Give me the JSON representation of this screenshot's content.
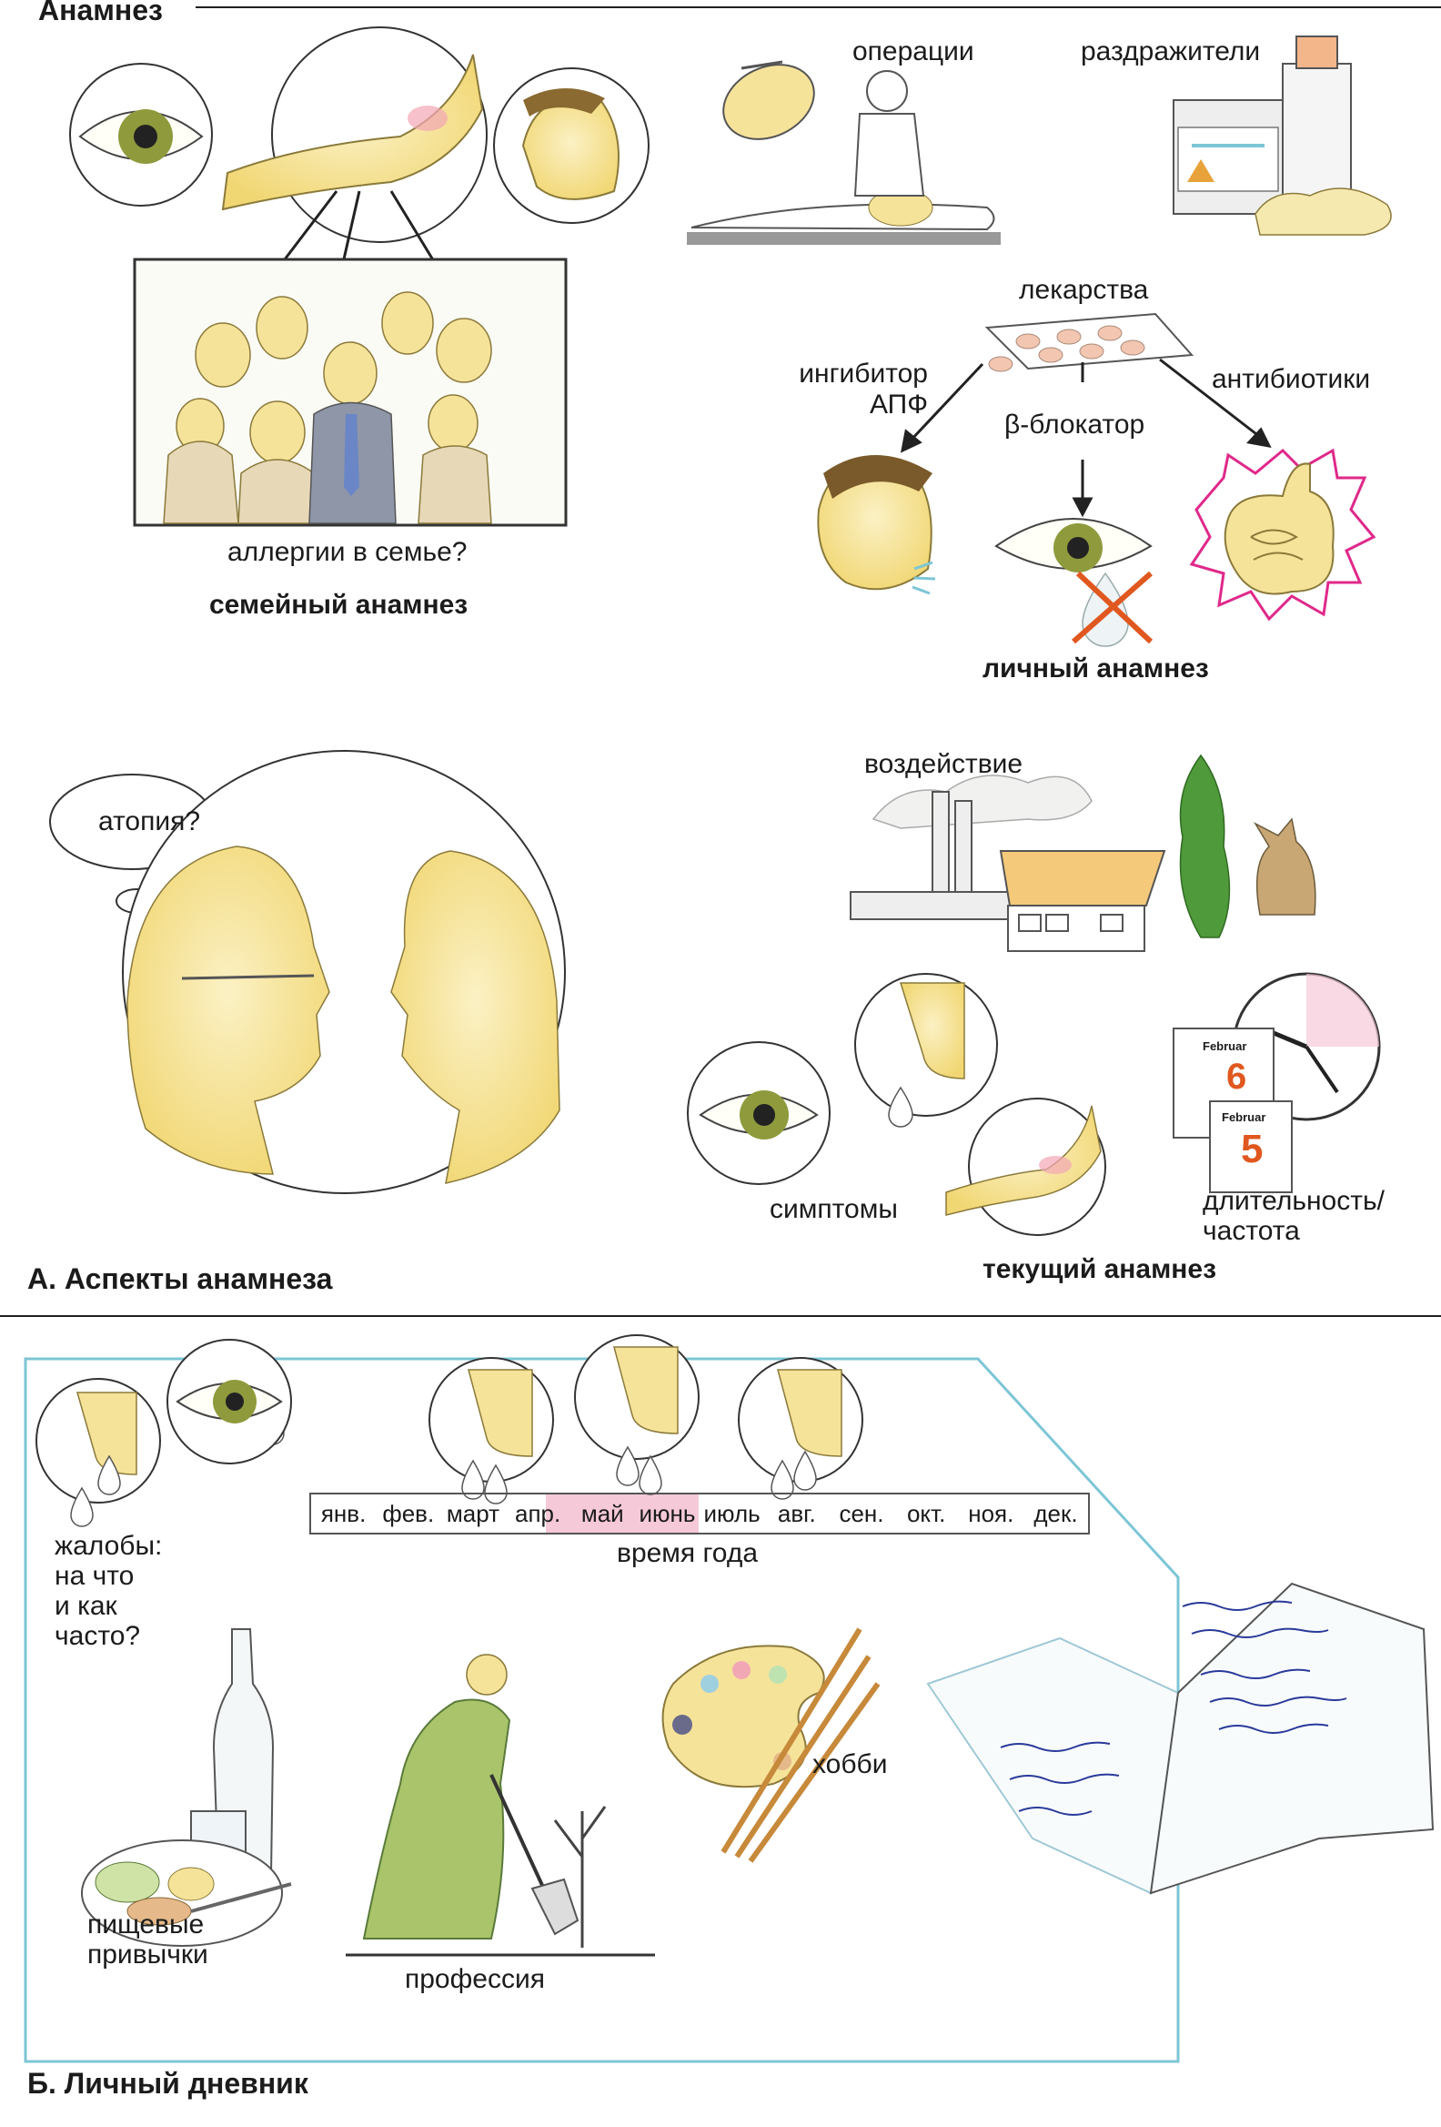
{
  "header": {
    "title": "Анамнез"
  },
  "section_a": {
    "caption": "А. Аспекты анамнеза",
    "family": {
      "question": "аллергии в семье?",
      "title": "семейный анамнез"
    },
    "personal": {
      "operations": "операции",
      "irritants": "раздражители",
      "drugs": "лекарства",
      "ace_inhibitor": "ингибитор\nАПФ",
      "beta_blocker": "β-блокатор",
      "antibiotics": "антибиотики",
      "title": "личный анамнез"
    },
    "thought": "атопия?",
    "current": {
      "exposure": "воздействие",
      "symptoms": "симптомы",
      "duration": "длительность/\nчастота",
      "title": "текущий анамнез",
      "calendar_top": "Februar",
      "calendar_top_day": "6",
      "calendar_bottom": "Februar",
      "calendar_bottom_day": "5"
    }
  },
  "section_b": {
    "caption": "Б. Личный дневник",
    "complaints": "жалобы:\nна что\nи как\nчасто?",
    "months": [
      "янв.",
      "фев.",
      "март",
      "апр.",
      "май",
      "июнь",
      "июль",
      "авг.",
      "сен.",
      "окт.",
      "ноя.",
      "дек."
    ],
    "season": "время года",
    "hobby": "хобби",
    "food": "пищевые\nпривычки",
    "profession": "профессия"
  },
  "colors": {
    "skin": "#f6e39a",
    "rash": "#f2a7b5",
    "frame": "#1f1f1f",
    "diary_border": "#7cc6d6",
    "month_highlight": "#f6c9d8",
    "eye_iris": "#8f9a3c",
    "plant": "#4f9a3a"
  }
}
